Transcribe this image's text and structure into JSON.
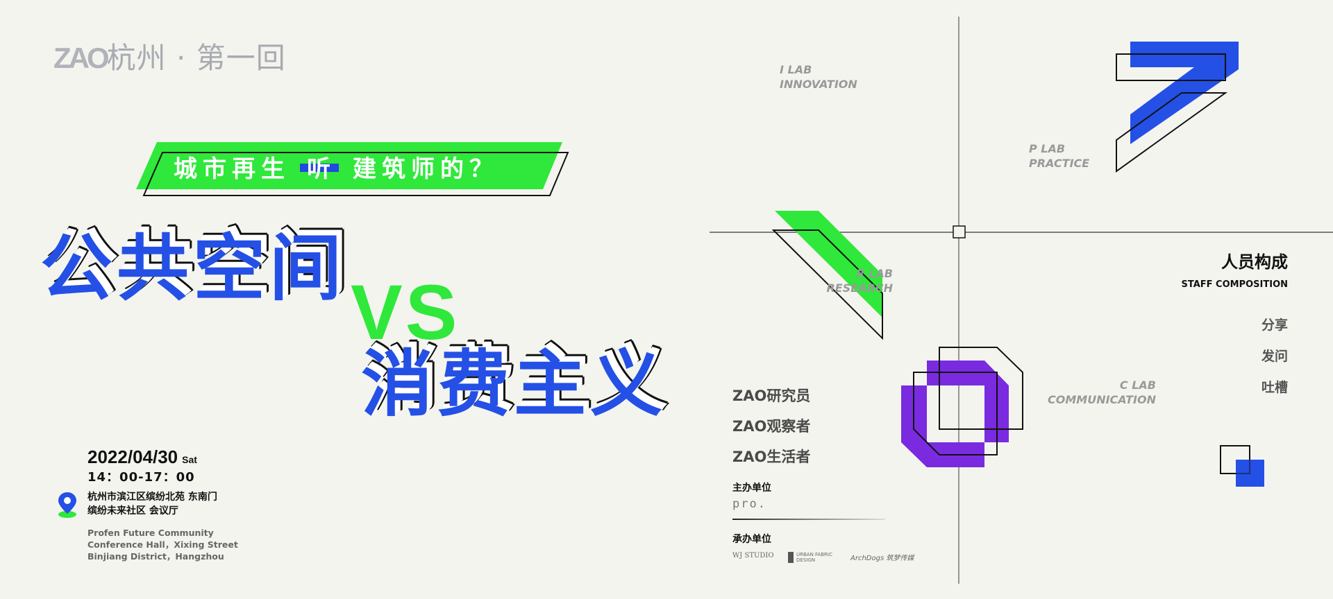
{
  "header": {
    "brand": "ZAO",
    "title": "杭州 · 第一回"
  },
  "banner": {
    "before": "城市再生",
    "highlight": "听",
    "after": "建筑师的？"
  },
  "headline": {
    "line1": "公共空间",
    "vs": "VS",
    "line2": "消费主义"
  },
  "event": {
    "date": "2022/04/30",
    "weekday": "Sat",
    "time": "14：00-17：00",
    "address_cn": [
      "杭州市滨江区缤纷北苑  东南门",
      "缤纷未来社区  会议厅"
    ],
    "address_en": [
      "Profen Future Community",
      "Conference Hall，Xixing Street",
      "Binjiang District，Hangzhou"
    ]
  },
  "labs": [
    {
      "name": "I LAB",
      "full": "INNOVATION"
    },
    {
      "name": "P LAB",
      "full": "PRACTICE"
    },
    {
      "name": "R LAB",
      "full": "RESEARCH"
    },
    {
      "name": "C LAB",
      "full": "COMMUNICATION"
    }
  ],
  "staff": {
    "title": "人员构成",
    "subtitle": "STAFF COMPOSITION",
    "items": [
      "分享",
      "发问",
      "吐槽"
    ]
  },
  "roles": [
    "ZAO研究员",
    "ZAO观察者",
    "ZAO生活者"
  ],
  "organizers": {
    "host_label": "主办单位",
    "host": "pro.",
    "co_label": "承办单位",
    "co": [
      "WJ STUDIO",
      "URBAN FABRIC DESIGN",
      "ArchDogs 筑梦传媒"
    ]
  },
  "colors": {
    "blue": "#2450e6",
    "green": "#2fe83b",
    "purple": "#7a2be0",
    "background": "#f4f4ef"
  }
}
